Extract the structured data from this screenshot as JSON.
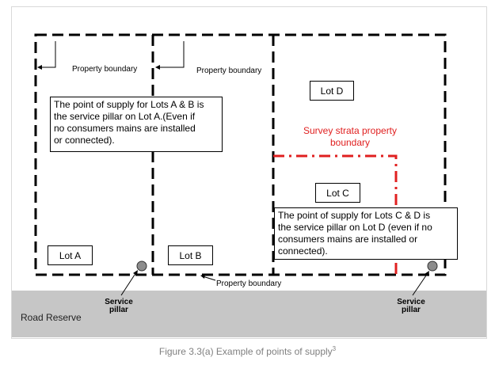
{
  "labels": {
    "property_boundary_1": "Property boundary",
    "property_boundary_2": "Property boundary",
    "property_boundary_bottom": "Property boundary",
    "lot_a": "Lot A",
    "lot_b": "Lot B",
    "lot_c": "Lot C",
    "lot_d": "Lot D",
    "survey_strata": "Survey strata property\nboundary",
    "road_reserve": "Road Reserve",
    "service_pillar_left": "Service\npillar",
    "service_pillar_right": "Service\npillar"
  },
  "notes": {
    "ab": "The point of supply for Lots A & B is\nthe service pillar on Lot A.(Even if\nno consumers mains are installed\nor connected).",
    "cd": "The point of supply for Lots C & D is\nthe service pillar on Lot D (even if no\nconsumers mains are installed or\nconnected)."
  },
  "caption": {
    "text": "Figure 3.3(a) Example of points of supply",
    "superscript": "3"
  },
  "colors": {
    "boundary": "#000000",
    "strata_boundary": "#e02020",
    "road": "#c6c6c6",
    "pillar": "#8c8c8c",
    "caption": "#7f7f7f"
  }
}
